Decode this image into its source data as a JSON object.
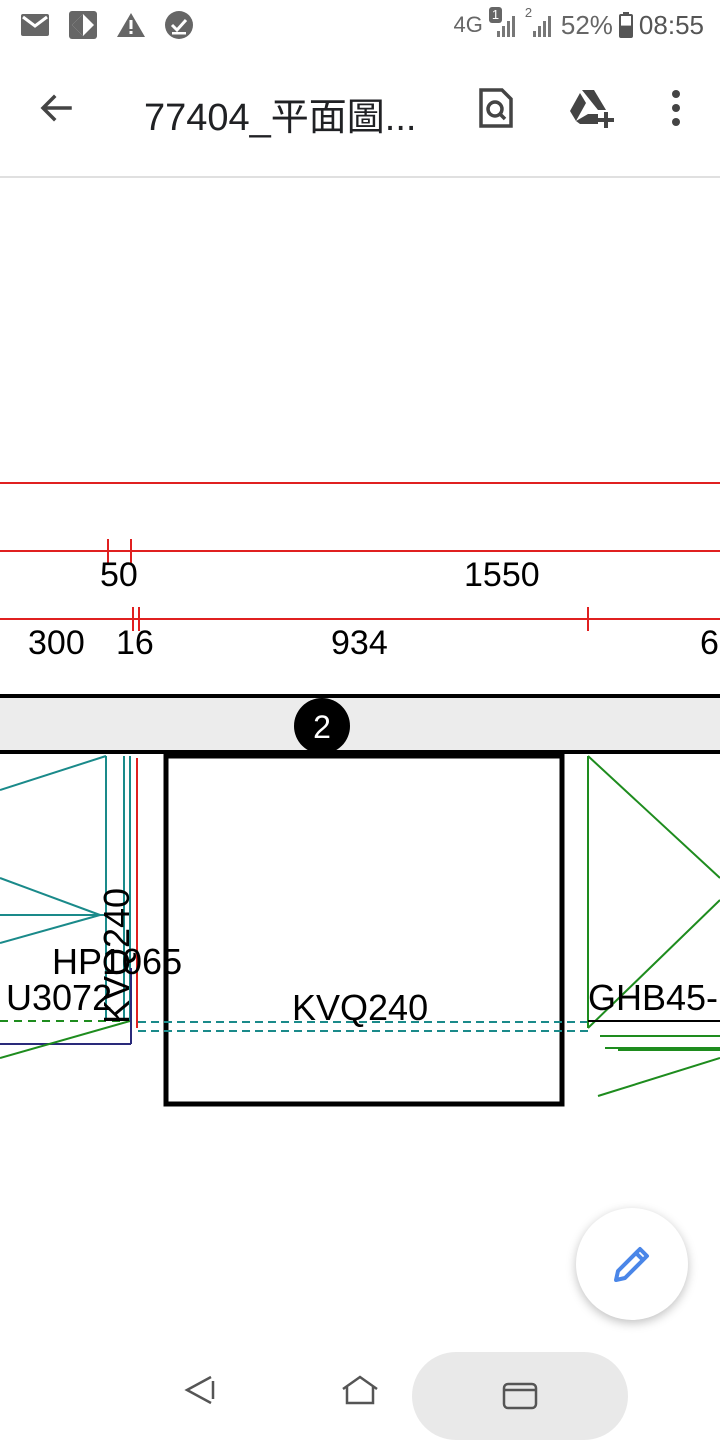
{
  "status_bar": {
    "icons": [
      "gmail-icon",
      "app-icon",
      "warning-icon",
      "check-circle-icon"
    ],
    "network": "4G",
    "sim1_badge": "1",
    "sim2_badge": "2",
    "battery_percent": "52%",
    "battery_level": 0.52,
    "time": "08:55"
  },
  "app_bar": {
    "title": "77404_平面圖...",
    "back_icon": "arrow-left-icon",
    "search_icon": "document-search-icon",
    "drive_icon": "add-to-drive-icon",
    "more_icon": "more-vert-icon"
  },
  "drawing": {
    "dimensions_top": {
      "a": "50",
      "b": "1550"
    },
    "dimensions_bottom": {
      "a": "300",
      "b": "16",
      "c": "934",
      "d": "6"
    },
    "axis_marker": "2",
    "labels": {
      "kvq_vertical": "KVQ240",
      "hp": "HP1065",
      "u": "U3072",
      "kvq_center": "KVQ240",
      "ghb": "GHB45-"
    },
    "colors": {
      "dimension_line": "#e02020",
      "teal": "#1a8a8a",
      "green": "#1e8c1e",
      "navy": "#2a2a7a",
      "wall_band": "#ececec"
    }
  },
  "fab": {
    "icon": "pencil-icon",
    "color": "#4a86e8"
  },
  "nav_bar": {
    "back_icon": "nav-back-icon",
    "home_icon": "nav-home-icon",
    "recents_icon": "nav-recents-icon"
  }
}
